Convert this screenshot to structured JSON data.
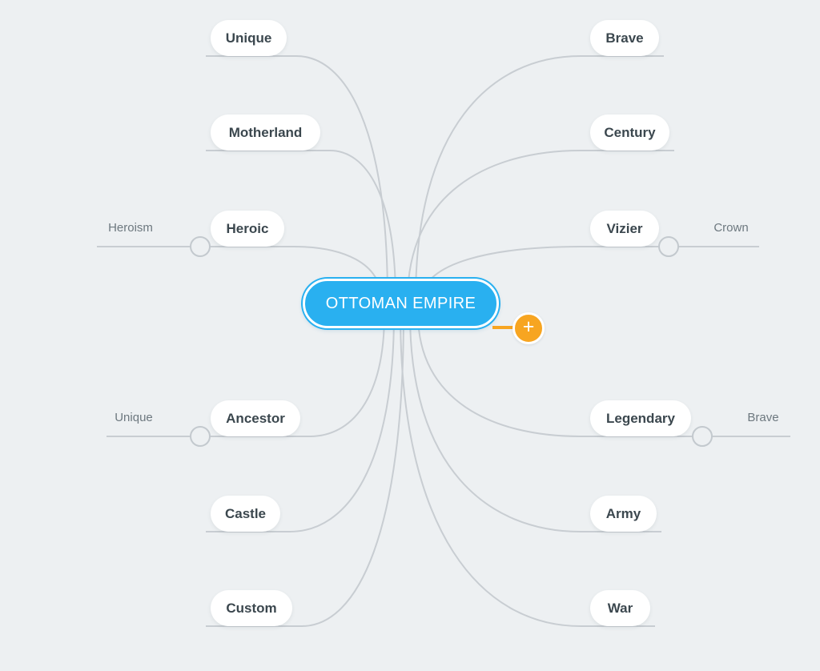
{
  "canvas": {
    "background": "#edf0f2",
    "line_color": "#c8cdd2",
    "handle_stroke": "#c3c9ce"
  },
  "center_node": {
    "label": "OTTOMAN EMPIRE",
    "fill": "#29b0f0",
    "text_color": "#ffffff"
  },
  "add_button": {
    "icon": "plus-icon",
    "glyph": "+",
    "color": "#f7a521"
  },
  "branches": [
    {
      "label": "Unique",
      "side": "left",
      "extension": null
    },
    {
      "label": "Motherland",
      "side": "left",
      "extension": null
    },
    {
      "label": "Heroic",
      "side": "left",
      "extension": {
        "label": "Heroism"
      }
    },
    {
      "label": "Ancestor",
      "side": "left",
      "extension": {
        "label": "Unique"
      }
    },
    {
      "label": "Castle",
      "side": "left",
      "extension": null
    },
    {
      "label": "Custom",
      "side": "left",
      "extension": null
    },
    {
      "label": "Brave",
      "side": "right",
      "extension": null
    },
    {
      "label": "Century",
      "side": "right",
      "extension": null
    },
    {
      "label": "Vizier",
      "side": "right",
      "extension": {
        "label": "Crown"
      }
    },
    {
      "label": "Legendary",
      "side": "right",
      "extension": {
        "label": "Brave"
      }
    },
    {
      "label": "Army",
      "side": "right",
      "extension": null
    },
    {
      "label": "War",
      "side": "right",
      "extension": null
    }
  ]
}
